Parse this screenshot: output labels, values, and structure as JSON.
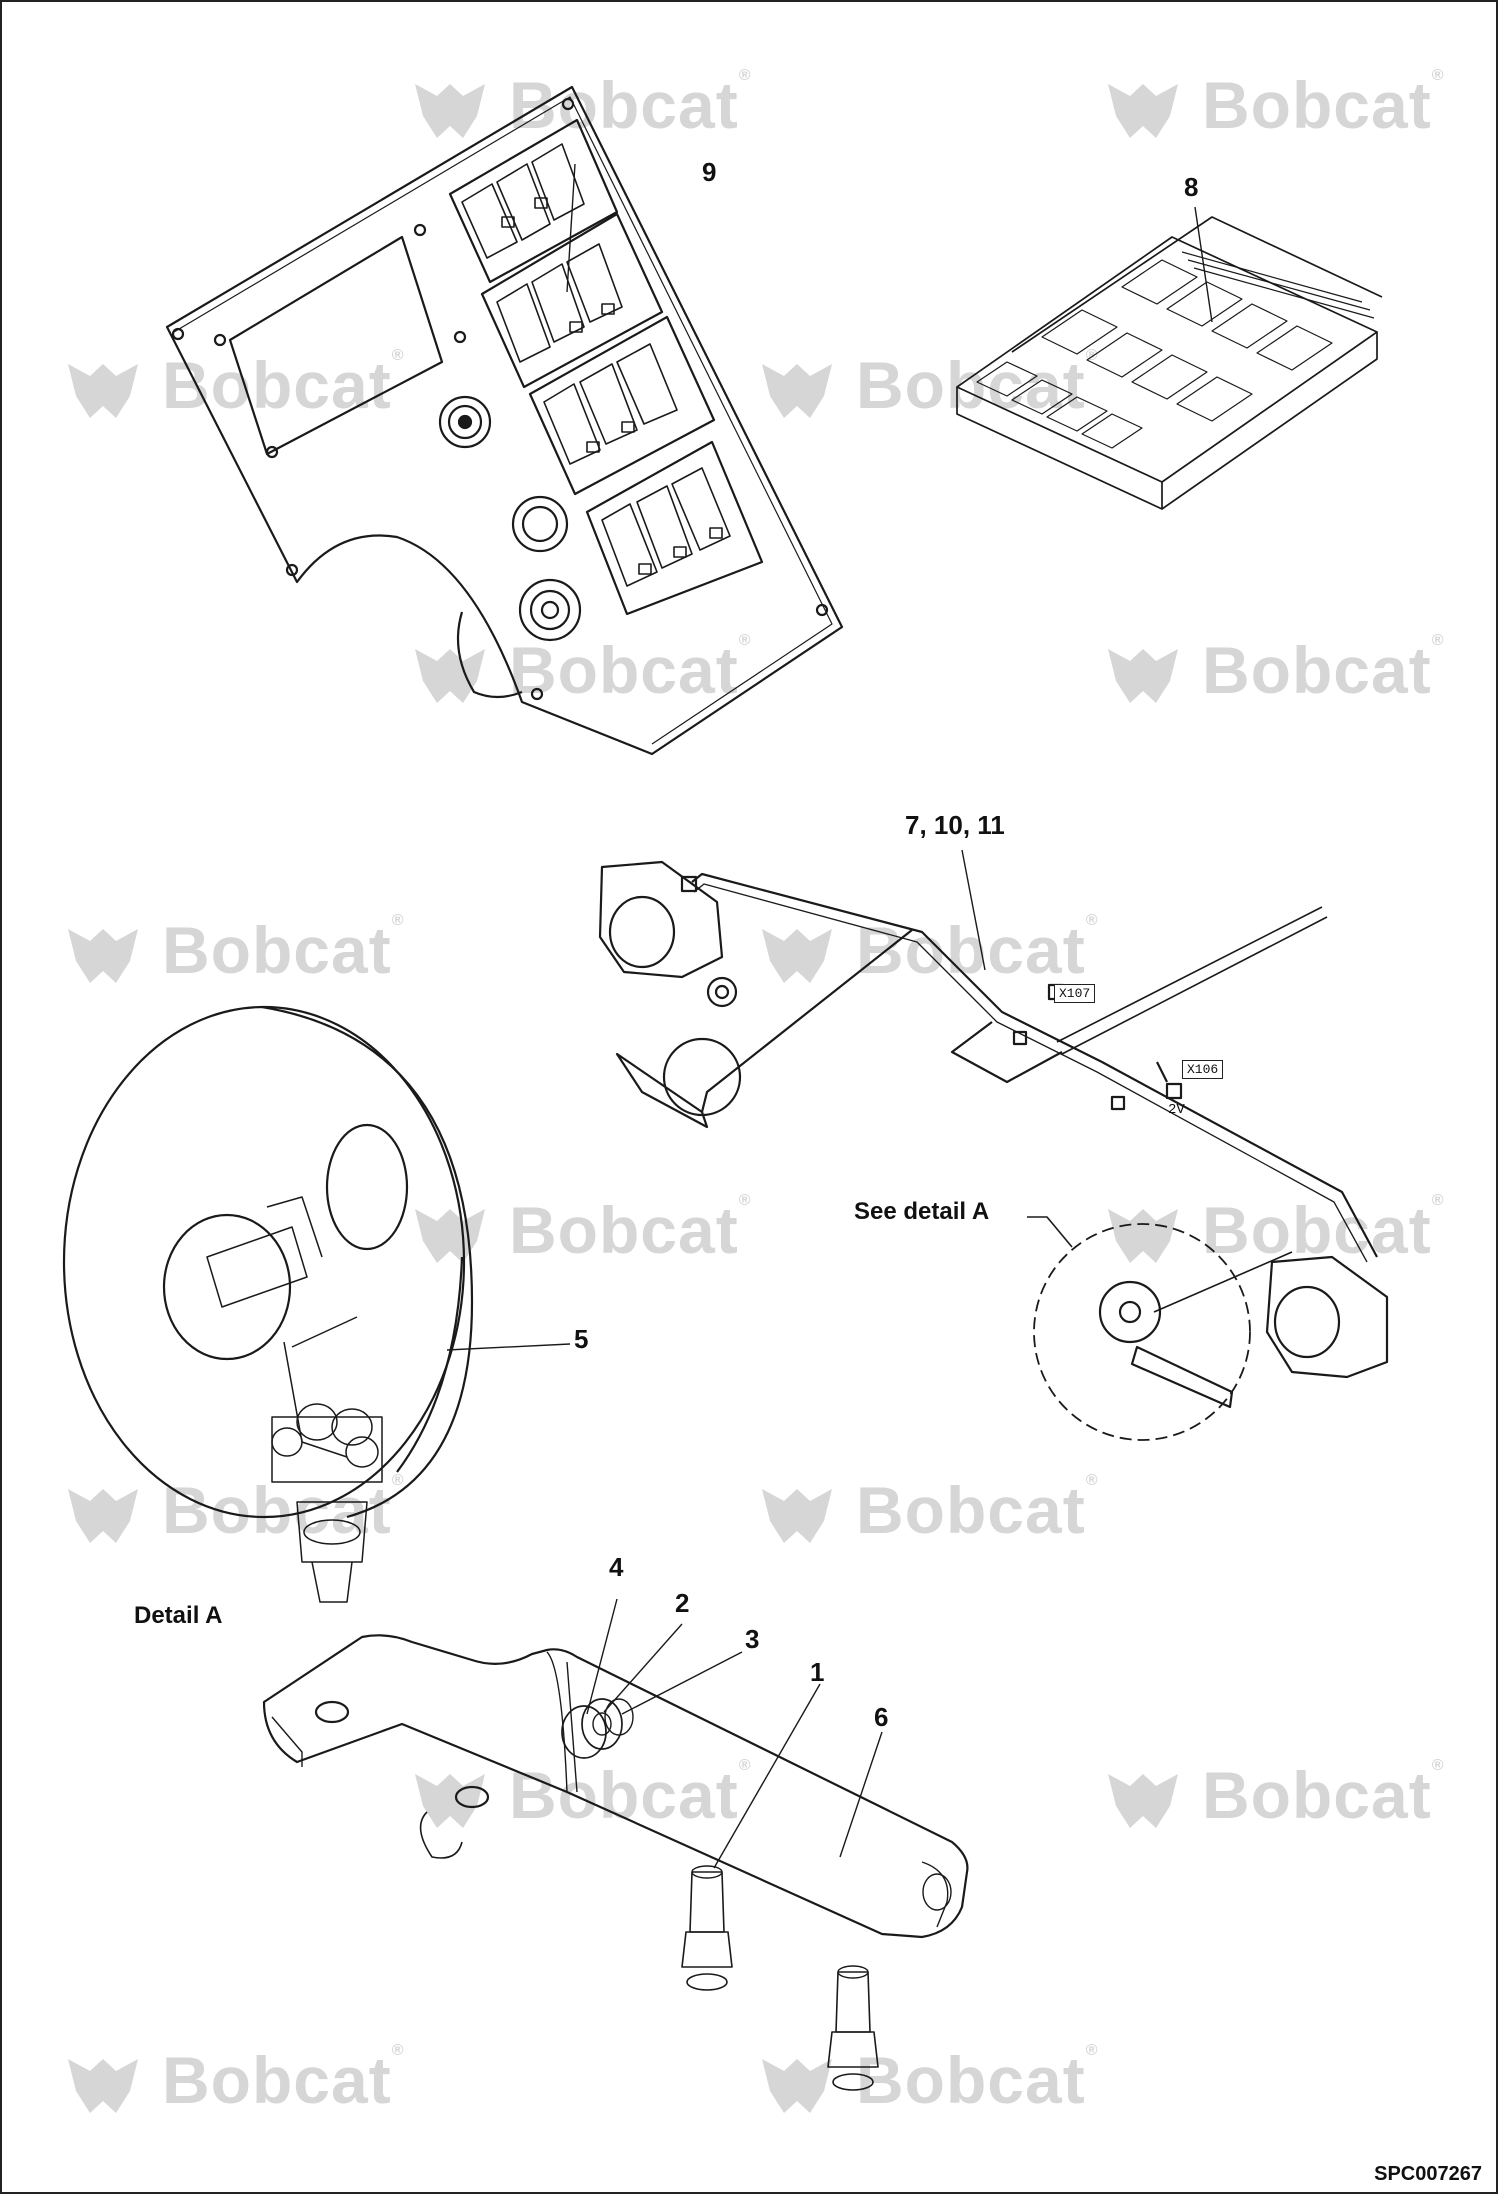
{
  "watermark": {
    "text": "Bobcat",
    "reg_mark": "®"
  },
  "callouts": {
    "item_9": "9",
    "item_8": "8",
    "items_7_10_11": "7, 10, 11",
    "item_5": "5",
    "item_4": "4",
    "item_2": "2",
    "item_3": "3",
    "item_1": "1",
    "item_6": "6"
  },
  "connectors": {
    "x107": "X107",
    "x106": "X106",
    "voltage": "2V"
  },
  "labels": {
    "see_detail": "See detail A",
    "detail_title": "Detail A"
  },
  "reference_code": "SPC007267"
}
